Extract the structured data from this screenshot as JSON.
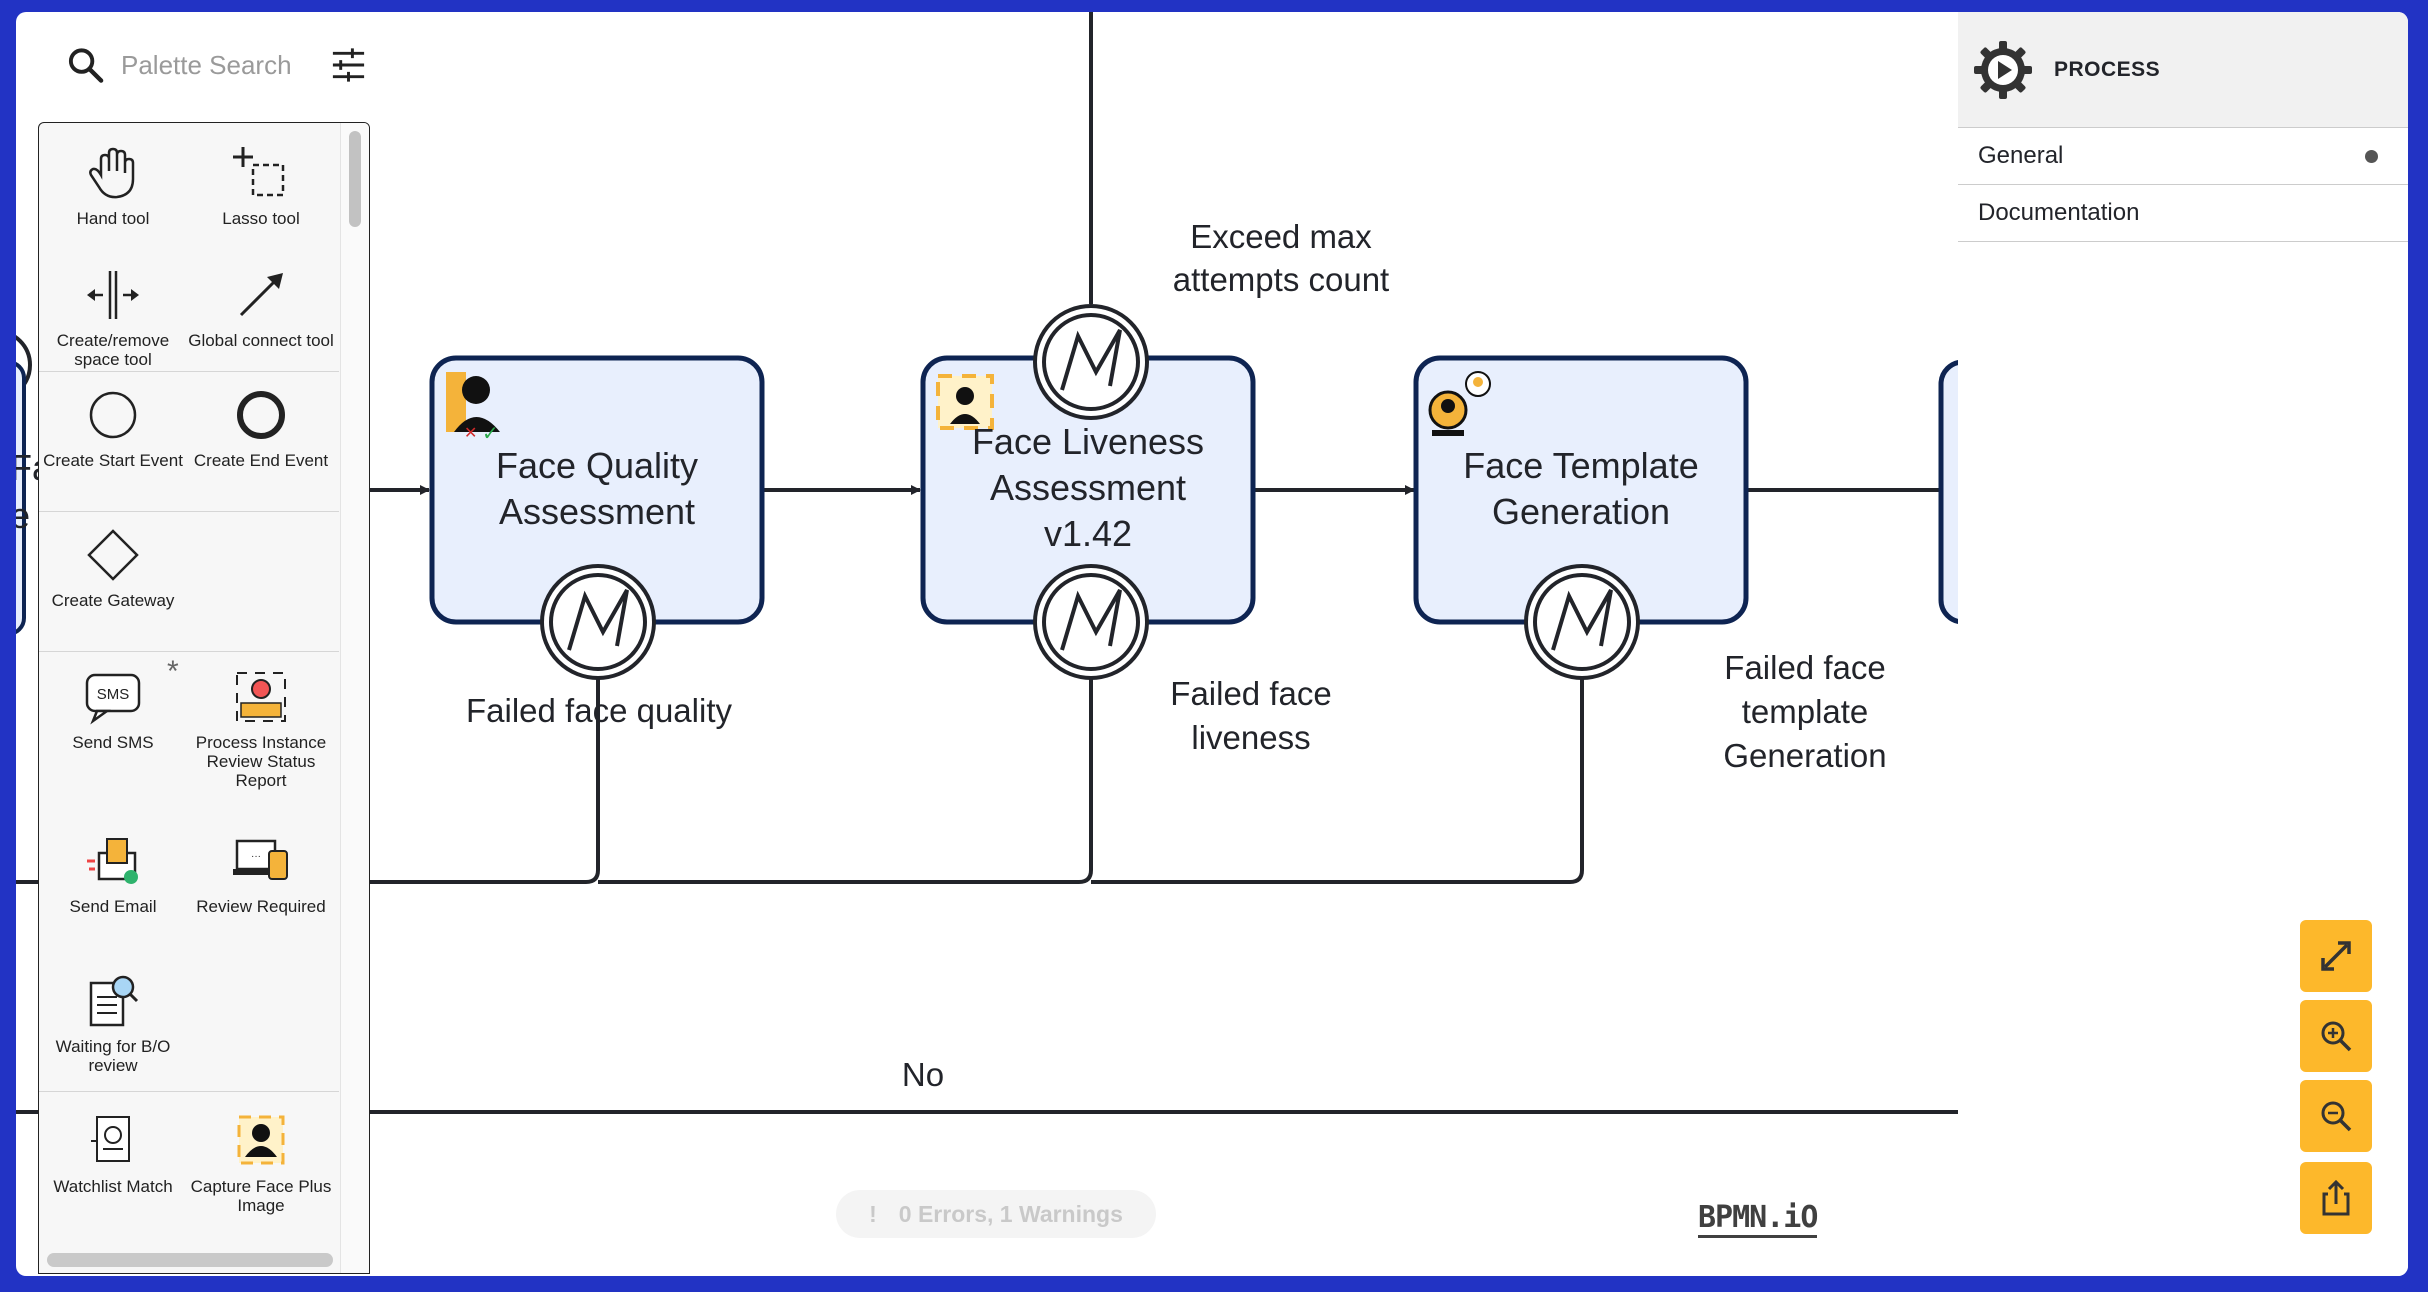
{
  "palette": {
    "search_placeholder": "Palette Search",
    "search_icon": "search-icon",
    "filter_icon": "sliders-icon",
    "items": [
      {
        "label": "Hand tool",
        "icon": "hand-icon"
      },
      {
        "label": "Lasso tool",
        "icon": "lasso-icon"
      },
      {
        "label": "Create/remove space tool",
        "icon": "space-tool-icon"
      },
      {
        "label": "Global connect tool",
        "icon": "arrow-icon"
      },
      {
        "label": "Create Start Event",
        "icon": "start-event-icon"
      },
      {
        "label": "Create End Event",
        "icon": "end-event-icon"
      },
      {
        "label": "Create Gateway",
        "icon": "gateway-icon"
      },
      {
        "label": "Send SMS",
        "icon": "sms-icon"
      },
      {
        "label": "Process Instance Review Status Report",
        "icon": "face-scan-icon"
      },
      {
        "label": "Send Email",
        "icon": "email-icon"
      },
      {
        "label": "Review Required",
        "icon": "review-icon"
      },
      {
        "label": "Waiting for B/O review",
        "icon": "document-search-icon"
      },
      {
        "label": "Watchlist Match",
        "icon": "watchlist-icon"
      },
      {
        "label": "Capture Face Plus Image",
        "icon": "capture-face-icon"
      }
    ],
    "asterisk": "*"
  },
  "diagram": {
    "tasks": [
      {
        "label_lines": [
          "Face Quality",
          "Assessment"
        ]
      },
      {
        "label_lines": [
          "Face Liveness",
          "Assessment",
          "v1.42"
        ]
      },
      {
        "label_lines": [
          "Face Template",
          "Generation"
        ]
      }
    ],
    "left_partial_lines": [
      "Fa",
      "e"
    ],
    "event_labels": [
      {
        "lines": [
          "Exceed max",
          "attempts count"
        ]
      },
      {
        "lines": [
          "Failed face quality"
        ]
      },
      {
        "lines": [
          "Failed face",
          "liveness"
        ]
      },
      {
        "lines": [
          "Failed face",
          "template",
          "Generation"
        ]
      }
    ],
    "flow_label": "No"
  },
  "properties": {
    "title": "PROCESS",
    "sections": [
      {
        "label": "General",
        "has_dot": true
      },
      {
        "label": "Documentation",
        "has_dot": false
      }
    ]
  },
  "zoom_controls": [
    "fullscreen-icon",
    "zoom-in-icon",
    "zoom-out-icon",
    "export-icon"
  ],
  "linting": {
    "text": "0 Errors, 1 Warnings",
    "icon": "exclamation-icon",
    "icon_text": "!"
  },
  "logo": {
    "text": "BPMN.iO"
  },
  "colors": {
    "accent": "#fdb82b",
    "task_fill": "#e8effd",
    "task_stroke": "#0e2452",
    "frame": "#2233c4"
  }
}
